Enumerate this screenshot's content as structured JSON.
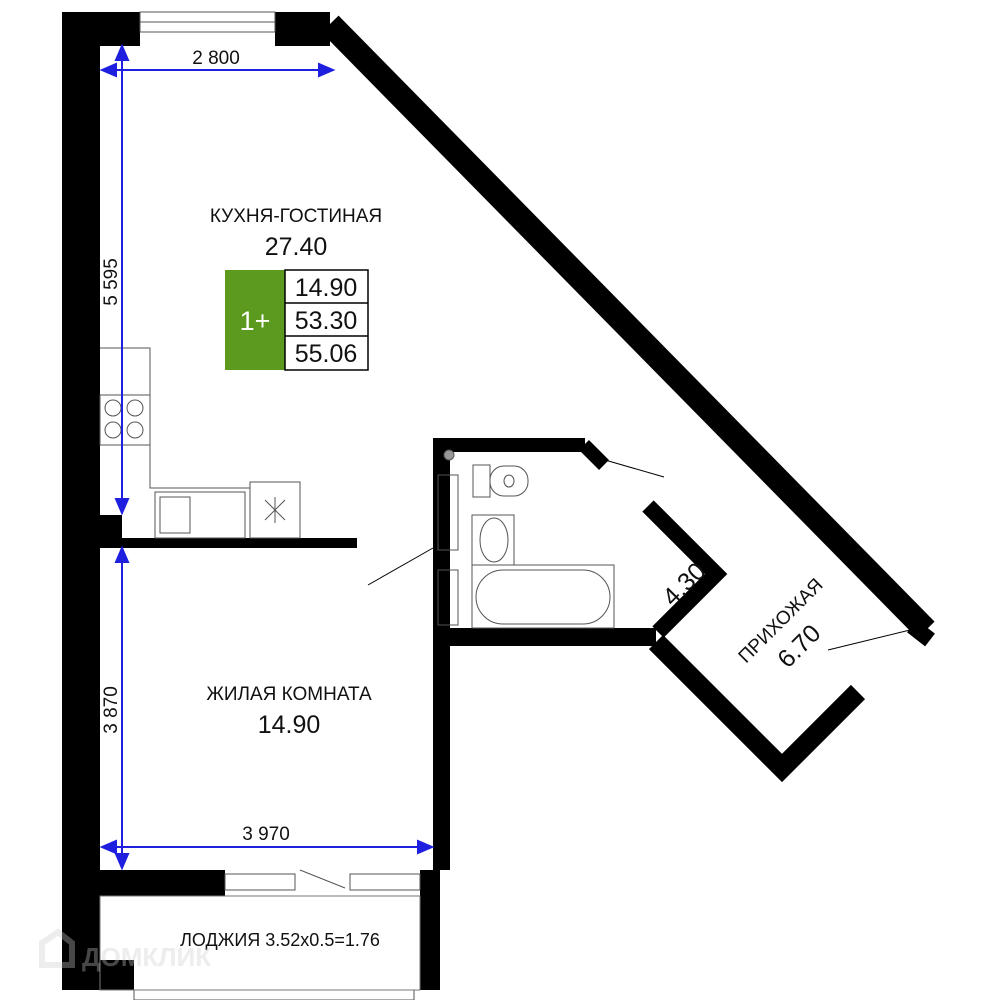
{
  "rooms": {
    "kitchen_living": {
      "name": "КУХНЯ-ГОСТИНАЯ",
      "area": "27.40"
    },
    "living_room": {
      "name": "ЖИЛАЯ КОМНАТА",
      "area": "14.90"
    },
    "bathroom": {
      "area": "4.30"
    },
    "hallway": {
      "name": "ПРИХОЖАЯ",
      "area": "6.70"
    },
    "loggia": {
      "label": "ЛОДЖИЯ 3.52x0.5=1.76"
    }
  },
  "dimensions": {
    "top_width": "2 800",
    "kitchen_height": "5 595",
    "living_height": "3 870",
    "living_width": "3 970"
  },
  "badge": {
    "type": "1+",
    "values": [
      "14.90",
      "53.30",
      "55.06"
    ],
    "color": "#5b9a1f"
  },
  "colors": {
    "dimension": "#1f1fe0",
    "wall": "#000000"
  },
  "watermark": "ДОМКЛИК"
}
